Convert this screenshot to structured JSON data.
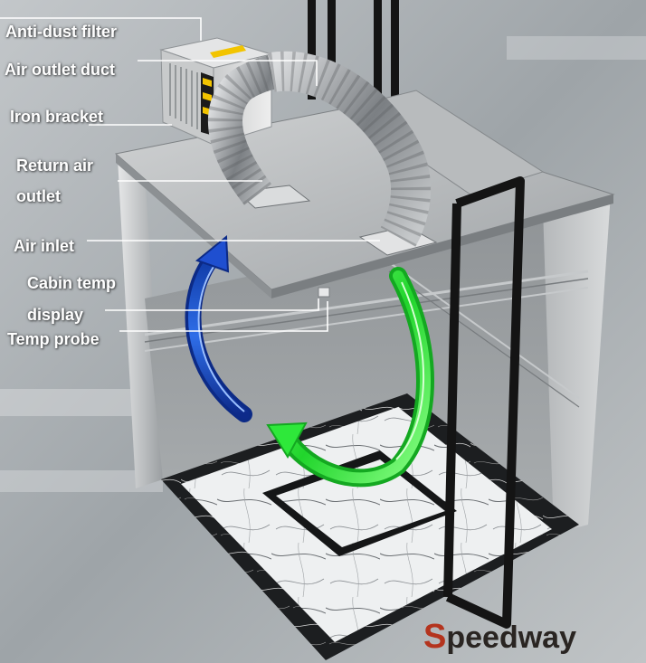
{
  "labels": {
    "anti_dust_filter": "Anti-dust filter",
    "air_outlet_duct": "Air outlet duct",
    "iron_bracket": "Iron bracket",
    "return_air_line1": "Return air",
    "return_air_line2": "outlet",
    "air_inlet": "Air inlet",
    "cabin_temp_line1": "Cabin temp",
    "cabin_temp_line2": "display",
    "temp_probe": "Temp probe"
  },
  "logo": {
    "initial": "S",
    "rest": "peedway"
  },
  "colors": {
    "label_text": "#ffffff",
    "leader_line": "#ffffff",
    "brand_red": "#b4341e",
    "inlet_arrow": "#1f4fd0",
    "return_arrow": "#2ee83a"
  }
}
